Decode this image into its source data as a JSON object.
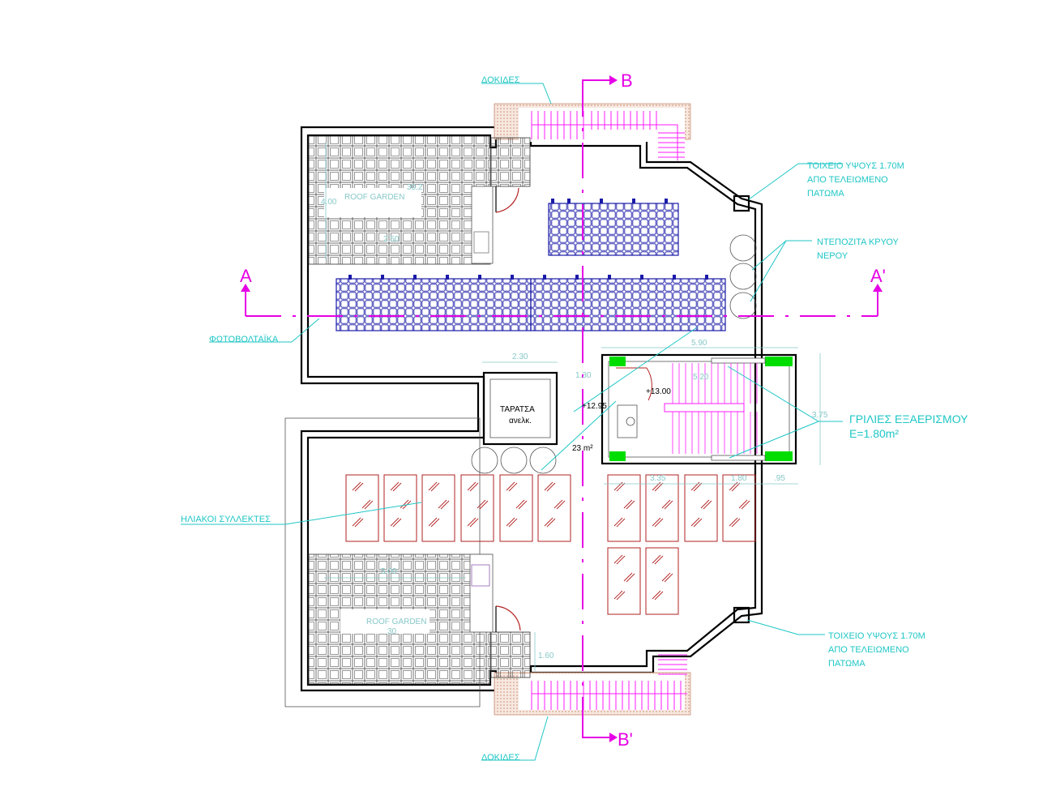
{
  "labels": {
    "dokides_top": "ΔΟΚΙΔΕΣ",
    "dokides_bottom": "ΔΟΚΙΔΕΣ",
    "toixeio_top": [
      "ΤΟΙΧΕΙΟ ΥΨΟΥΣ 1.70Μ",
      "ΑΠΟ ΤΕΛΕΙΩΜΕΝΟ",
      "ΠΑΤΩΜΑ"
    ],
    "toixeio_bottom": [
      "ΤΟΙΧΕΙΟ ΥΨΟΥΣ 1.70Μ",
      "ΑΠΟ ΤΕΛΕΙΩΜΕΝΟ",
      "ΠΑΤΩΜΑ"
    ],
    "depozita": [
      "ΝΤΕΠΟΖΙΤΑ ΚΡΥΟΥ",
      "ΝΕΡΟΥ"
    ],
    "fotovoltaika": "ΦΩΤΟΒΟΛΤΑΪΚΑ",
    "iliakoi": "ΗΛΙΑΚΟΙ ΣΥΛΛΕΚΤΕΣ",
    "grilies": "ΓΡΙΛΙΕΣ ΕΞΑΕΡΙΣΜΟΥ",
    "grilies_area": "Ε=1.80m²",
    "taratsa": "ΤΑΡΑΤΣΑ",
    "anelk": "ανελκ.",
    "roof_garden_top": "ROOF GARDEN",
    "roof_garden_bottom": "ROOF GARDEN",
    "rg_top_num": "30.2",
    "rg_bottom_num": "30",
    "elev_1": "+12.95",
    "elev_2": "+13.00",
    "area_23": "23 m²"
  },
  "sections": {
    "a": "A",
    "a_prime": "A'",
    "b": "B",
    "b_prime": "B'"
  },
  "dimensions": {
    "d_230": "2.30",
    "d_590": "5.90",
    "d_130": "1.30",
    "d_520": "5.20",
    "d_335": "3.35",
    "d_180": "1.80",
    "d_095": ".95",
    "d_375": "3.75",
    "d_500": "5.00",
    "d_160": "1.60",
    "d_400": "4.00",
    "d_250": "2.50"
  },
  "colors": {
    "wall": "#000000",
    "annotation": "#1fc6c6",
    "section_line": "#e600e6",
    "stairs": "#ff1aff",
    "solar_collector": "#b22222",
    "photovoltaic": "#1a1aa8",
    "vent_grille": "#00dd00"
  }
}
